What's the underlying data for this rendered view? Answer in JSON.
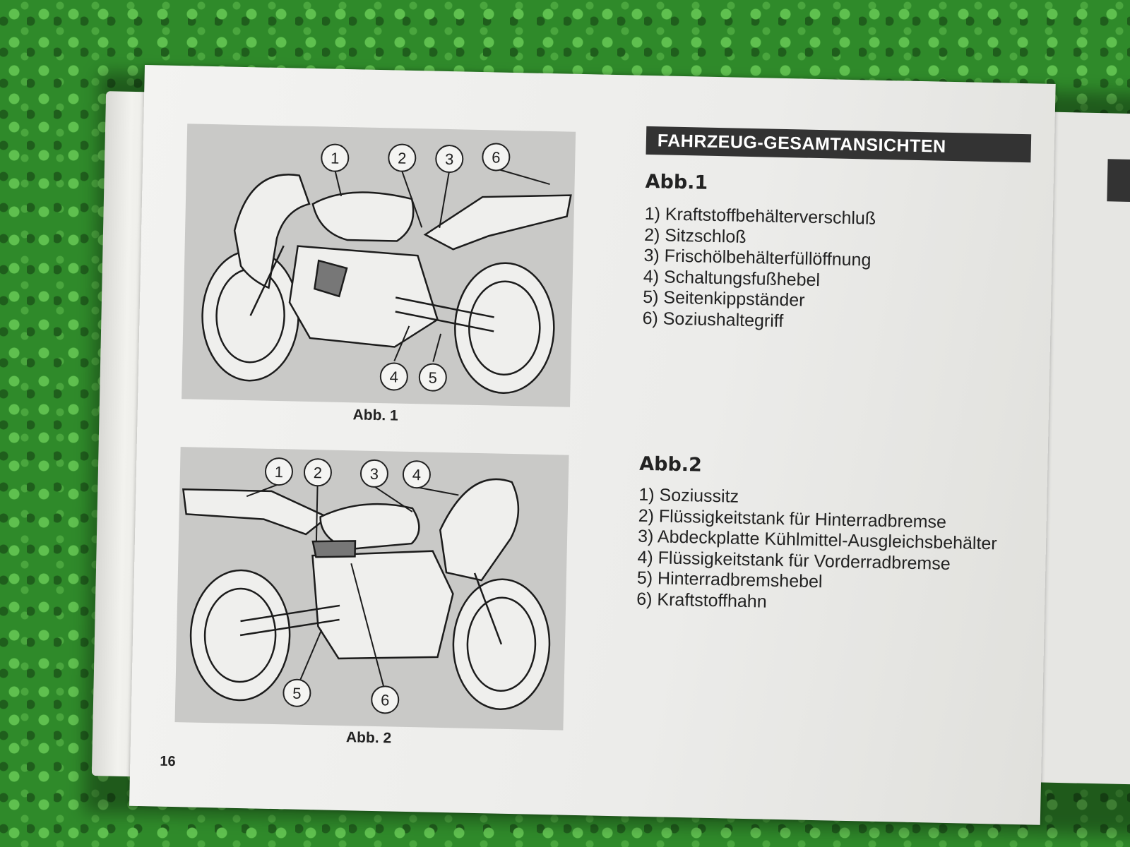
{
  "page": {
    "number": "16",
    "section_header": "FAHRZEUG-GESAMTANSICHTEN"
  },
  "figure1": {
    "caption": "Abb. 1",
    "title": "Abb.1",
    "callouts": [
      "1",
      "2",
      "3",
      "6",
      "4",
      "5"
    ],
    "items": [
      "1) Kraftstoffbehälterverschluß",
      "2) Sitzschloß",
      "3) Frischölbehälterfüllöffnung",
      "4) Schaltungsfußhebel",
      "5) Seitenkippständer",
      "6) Soziushaltegriff"
    ]
  },
  "figure2": {
    "caption": "Abb. 2",
    "title": "Abb.2",
    "callouts": [
      "1",
      "2",
      "3",
      "4",
      "5",
      "6"
    ],
    "items": [
      "1) Soziussitz",
      "2) Flüssigkeitstank für Hinterradbremse",
      "3) Abdeckplatte Kühlmittel-Ausgleichsbehälter",
      "4) Flüssigkeitstank für Vorderradbremse",
      "5) Hinterradbremshebel",
      "6) Kraftstoffhahn"
    ]
  }
}
